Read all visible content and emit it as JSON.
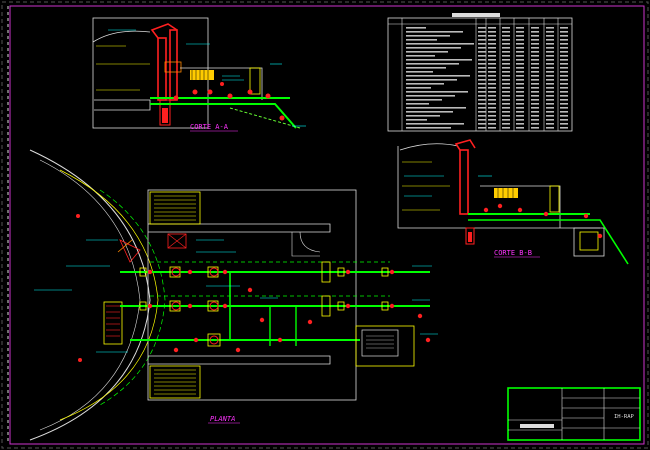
{
  "sheet": {
    "colors": {
      "background": "#000000",
      "border": "#cc33cc",
      "frame": "#d0d0d0",
      "wall": "#ffffff",
      "pipe": "#00ff00",
      "pipe_alt": "#66ff33",
      "yellow": "#ffff00",
      "red": "#ff2020",
      "magenta": "#ff33ff",
      "cyan": "#00ffff",
      "orange": "#ff8800"
    }
  },
  "views": {
    "section_aa_label": "CORTE A-A",
    "section_bb_label": "CORTE B-B",
    "plan_label": "PLANTA"
  },
  "title_block": {
    "code": "IH-RAP"
  }
}
